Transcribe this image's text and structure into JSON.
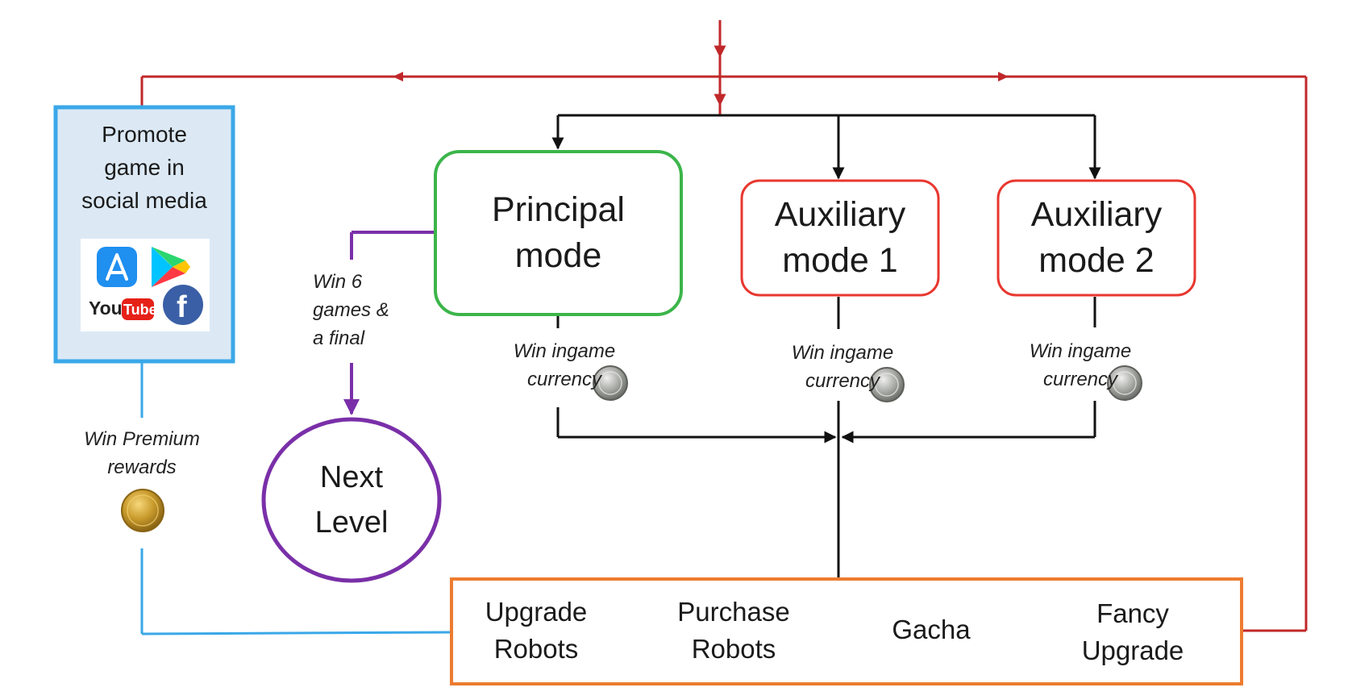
{
  "promote": {
    "label": "Promote\ngame in\nsocial media",
    "logos": [
      "app-store-icon",
      "google-play-icon",
      "youtube-icon",
      "facebook-icon"
    ],
    "youtube_you": "You",
    "youtube_tube": "Tube",
    "facebook_glyph": "f"
  },
  "premium": {
    "label": "Win Premium\nrewards",
    "icon": "gold-coin-icon"
  },
  "principal": {
    "label": "Principal\nmode"
  },
  "aux1": {
    "label": "Auxiliary\nmode 1"
  },
  "aux2": {
    "label": "Auxiliary\nmode 2"
  },
  "currency": {
    "label": "Win ingame\ncurrency",
    "icon": "silver-coin-icon"
  },
  "win_games": {
    "label": "Win 6\ngames &\na final"
  },
  "next_level": {
    "label": "Next\nLevel"
  },
  "shop": {
    "upgrade_robots": "Upgrade\nRobots",
    "purchase_robots": "Purchase\nRobots",
    "gacha": "Gacha",
    "fancy_upgrade": "Fancy\nUpgrade"
  },
  "colors": {
    "red": "#c0282a",
    "black": "#111111",
    "blue": "#3aa8e8",
    "green": "#3cb54a",
    "red_box": "#e8372f",
    "purple": "#7a2fa8",
    "orange": "#ec7c30",
    "promo_fill": "#dce9f5"
  }
}
